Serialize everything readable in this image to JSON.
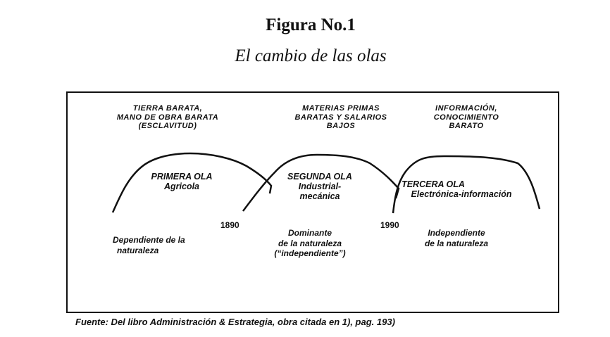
{
  "title": "Figura No.1",
  "subtitle": "El cambio de las olas",
  "waves": [
    {
      "header": [
        "TIERRA BARATA,",
        "MANO DE OBRA BARATA",
        "(ESCLAVITUD)"
      ],
      "name": "PRIMERA OLA",
      "type": [
        "Agricola"
      ],
      "relation": [
        "Dependiente de la",
        "naturaleza"
      ]
    },
    {
      "header": [
        "MATERIAS PRIMAS",
        "BARATAS Y SALARIOS",
        "BAJOS"
      ],
      "name": "SEGUNDA OLA",
      "type": [
        "Industrial-",
        "mecánica"
      ],
      "relation": [
        "Dominante",
        "de la naturaleza",
        "(“independiente”)"
      ]
    },
    {
      "header": [
        "INFORMACIÓN,",
        "CONOCIMIENTO",
        "BARATO"
      ],
      "name": "TERCERA OLA",
      "type": [
        "Electrónica-información"
      ],
      "relation": [
        "Independiente",
        "de la naturaleza"
      ]
    }
  ],
  "years": [
    "1890",
    "1990"
  ],
  "caption": "Fuente: Del libro Administración & Estrategia, obra citada en 1),  pag. 193)"
}
